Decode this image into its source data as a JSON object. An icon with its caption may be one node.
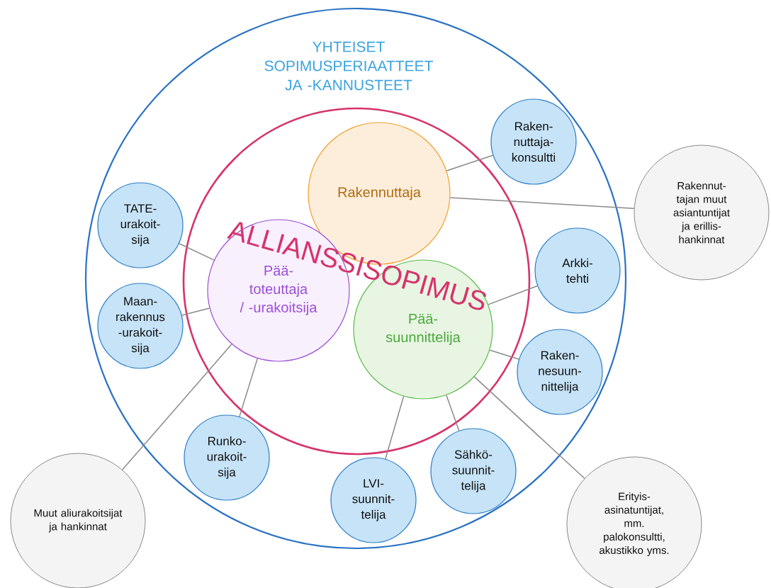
{
  "diagram": {
    "nodes": [
      {
        "text": [
          "YHTEISET SOPIMUSPERIAATTEET JA -KANNUSTEET"
        ]
      },
      {
        "text": [
          "ALLIANSSISOPIMUS"
        ],
        "in": 0
      },
      {
        "text": [
          "Rakennuttaja"
        ],
        "in": 1
      },
      {
        "text": [
          "Pää- toteuttaja / -urakoitsija"
        ],
        "in": 1
      },
      {
        "text": [
          "Pää- suunnittelija"
        ],
        "in": 1
      },
      {
        "text": [
          "Raken- nuttaja- konsultti"
        ],
        "in": 0
      },
      {
        "text": [
          "TATE- urakoit- sija"
        ],
        "in": 0
      },
      {
        "text": [
          "Maan- rakennus -urakoit- sija"
        ],
        "in": 0
      },
      {
        "text": [
          "Arkki- tehti"
        ],
        "in": 0
      },
      {
        "text": [
          "Raken- nesuun- nittelija"
        ],
        "in": 0
      },
      {
        "text": [
          "Runko- urakoit- sija"
        ],
        "in": 0
      },
      {
        "text": [
          "LVI- suunnit- telija"
        ],
        "in": 0
      },
      {
        "text": [
          "Sähkö- suunnit- telija"
        ],
        "in": 0
      },
      {
        "text": [
          "Rakennut- tajan muut asiantuntijat ja erillis- hankinnat"
        ]
      },
      {
        "text": [
          "Muut aliurakoitsijat ja hankinnat"
        ]
      },
      {
        "text": [
          "Erityis- asinatuntijat, mm. palokonsultti, akustikko yms."
        ]
      }
    ],
    "edges": [
      {
        "from": 2,
        "to": 5,
        "arrow": "none"
      },
      {
        "from": 2,
        "to": 13,
        "arrow": "none"
      },
      {
        "from": 3,
        "to": 6,
        "arrow": "none"
      },
      {
        "from": 3,
        "to": 7,
        "arrow": "none"
      },
      {
        "from": 3,
        "to": 10,
        "arrow": "none"
      },
      {
        "from": 3,
        "to": 14,
        "arrow": "none"
      },
      {
        "from": 4,
        "to": 8,
        "arrow": "none"
      },
      {
        "from": 4,
        "to": 9,
        "arrow": "none"
      },
      {
        "from": 4,
        "to": 11,
        "arrow": "none"
      },
      {
        "from": 4,
        "to": 12,
        "arrow": "none"
      },
      {
        "from": 4,
        "to": 15,
        "arrow": "none"
      }
    ]
  }
}
